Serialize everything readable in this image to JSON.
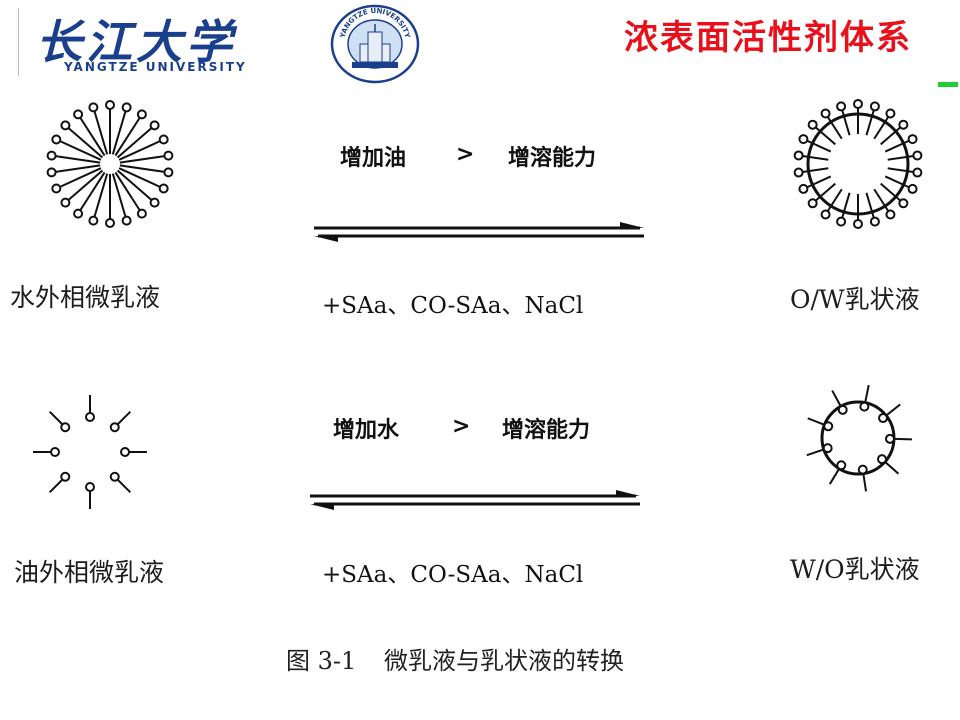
{
  "header": {
    "university_name_cn": "长江大学",
    "university_name_en": "YANGTZE UNIVERSITY",
    "emblem": {
      "icon": "university-emblem-icon",
      "ring_text": "YANGTZE UNIVERSITY",
      "colors": {
        "ring": "#1a3f8c",
        "sky": "#cfe0f4"
      }
    },
    "title": "浓表面活性剂体系",
    "title_color": "#e8101b",
    "logo_color": "#1a3f8c"
  },
  "diagram": {
    "row1": {
      "left_label": "水外相微乳液",
      "top_label_left": "增加油",
      "comparator": ">",
      "top_label_right": "增溶能力",
      "bottom_label": "+SAa、CO-SAa、NaCl",
      "right_label": "O/W乳状液"
    },
    "row2": {
      "left_label": "油外相微乳液",
      "top_label_left": "增加水",
      "comparator": ">",
      "top_label_right": "增溶能力",
      "bottom_label": "+SAa、CO-SAa、NaCl",
      "right_label": "W/O乳状液"
    },
    "caption_number": "图 3-1",
    "caption_text": "微乳液与乳状液的转换"
  }
}
